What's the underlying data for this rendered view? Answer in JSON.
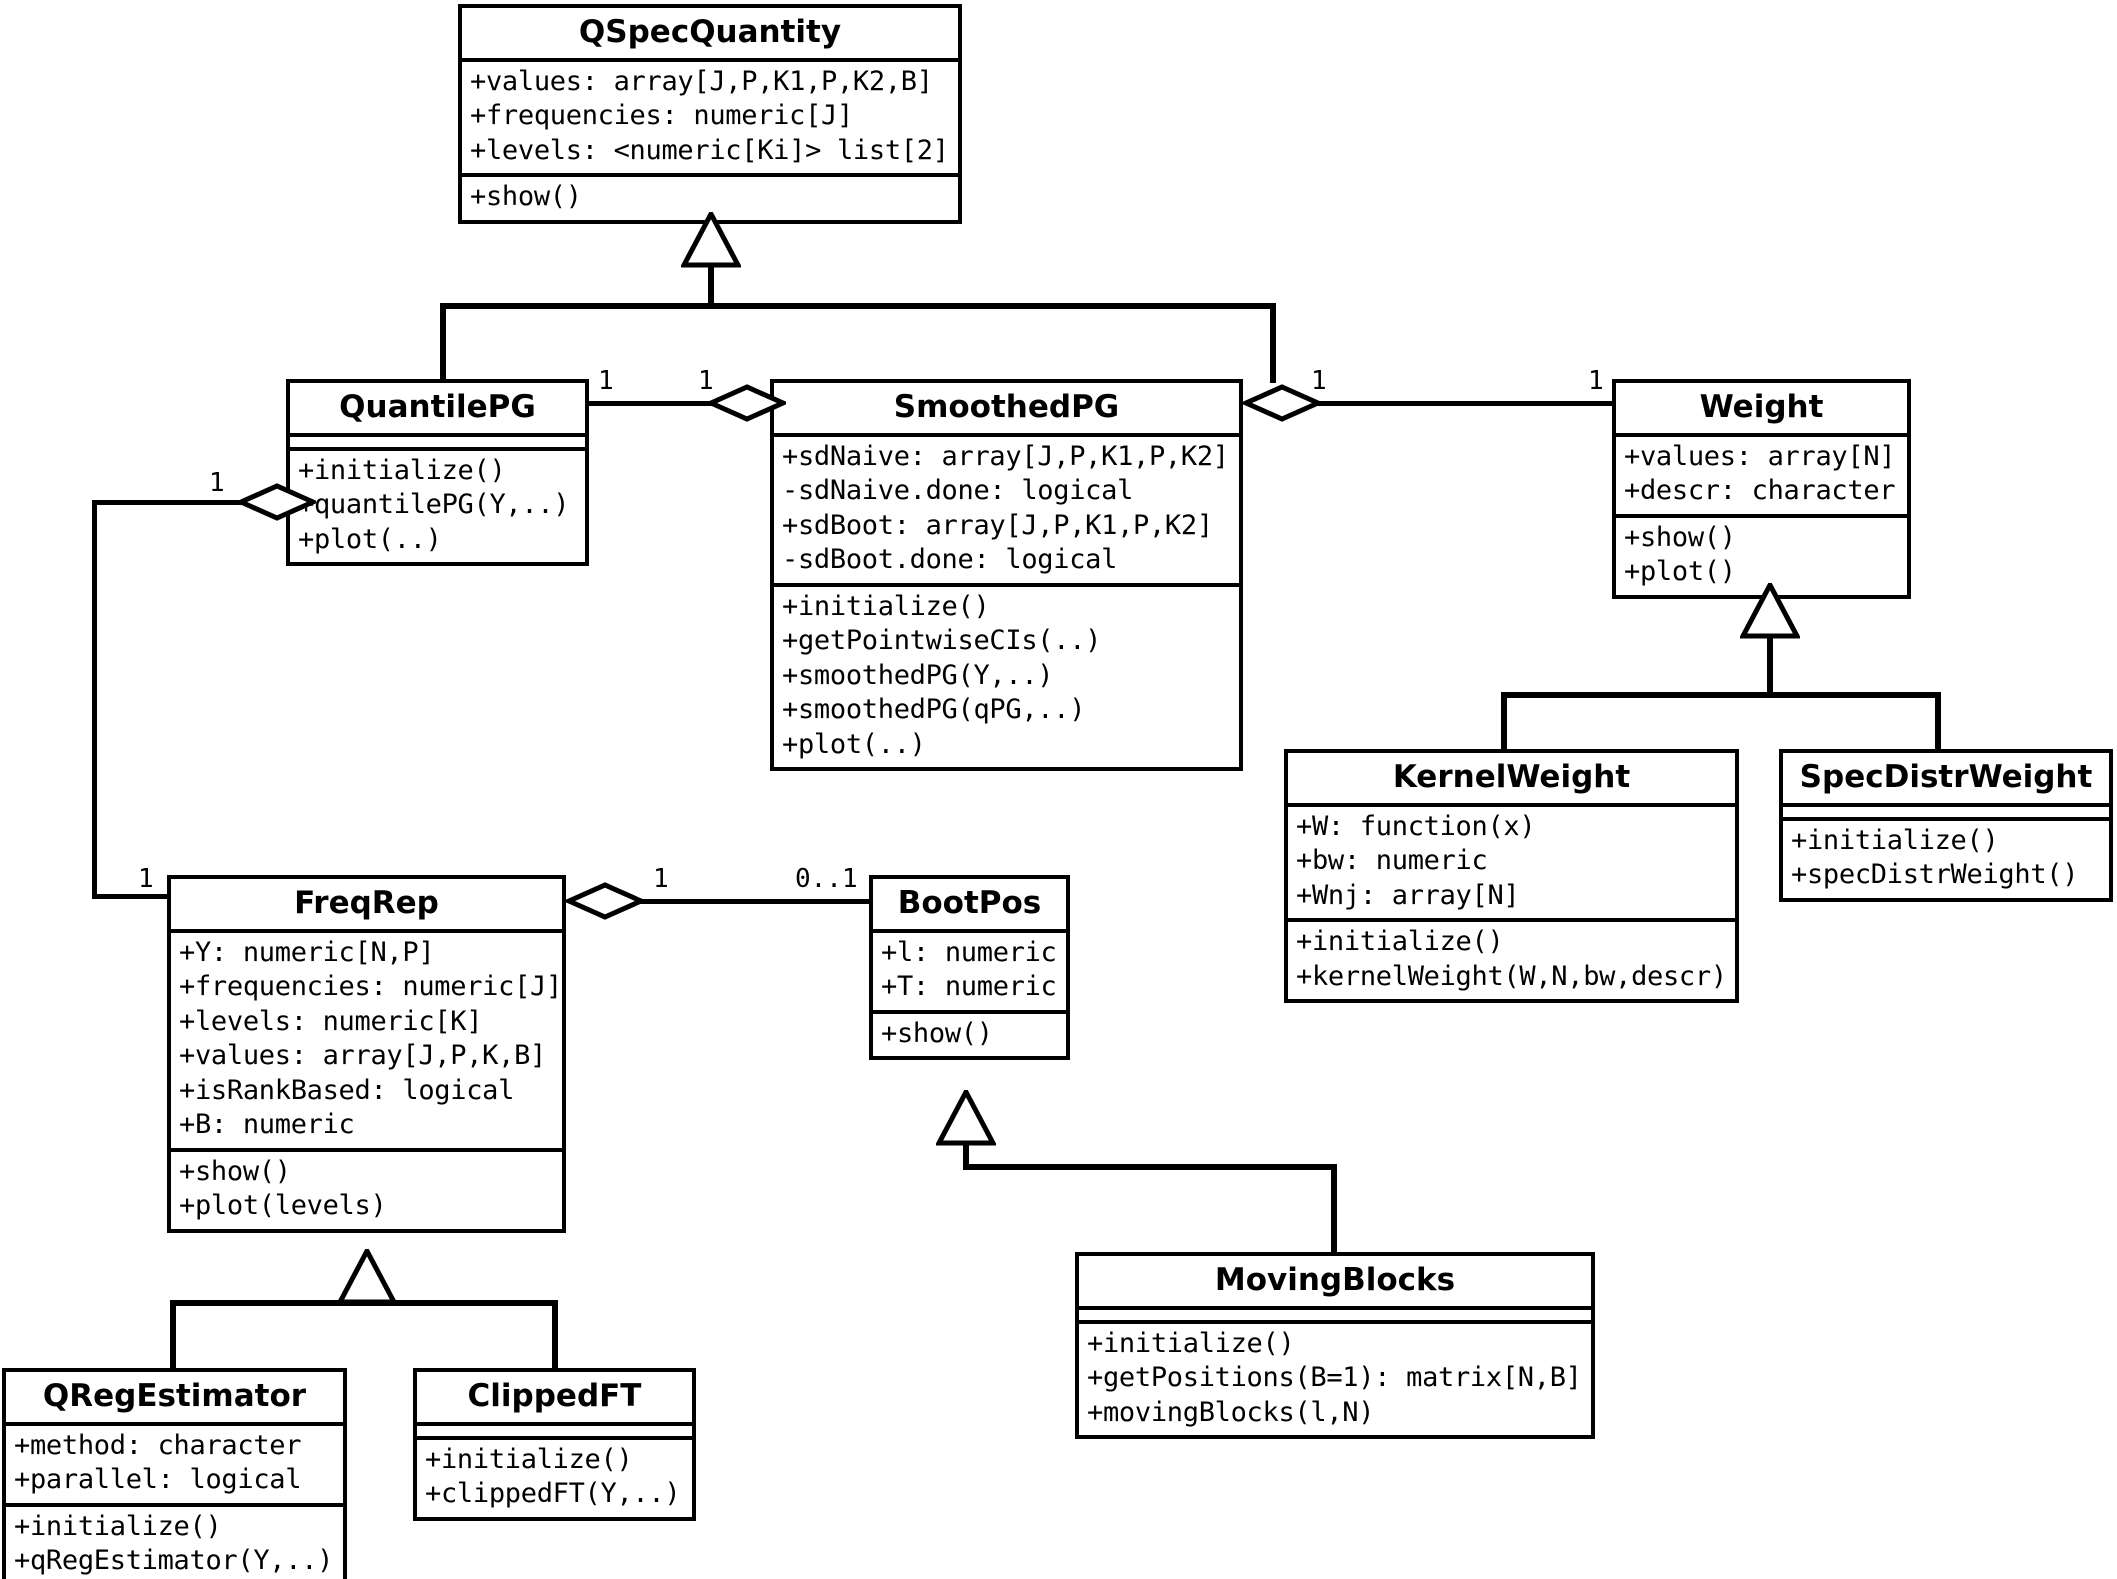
{
  "diagram": {
    "title": "QSpecQuantity class hierarchy",
    "type": "uml-class-diagram",
    "stroke_color": "#000000",
    "fill_color": "#ffffff"
  },
  "classes": {
    "qspecquantity": {
      "name": "QSpecQuantity",
      "attributes": [
        "+values: array[J,P,K1,P,K2,B]",
        "+frequencies: numeric[J]",
        "+levels: <numeric[Ki]> list[2]"
      ],
      "methods": [
        "+show()"
      ]
    },
    "quantilepg": {
      "name": "QuantilePG",
      "attributes": [],
      "methods": [
        "+initialize()",
        "+quantilePG(Y,..)",
        "+plot(..)"
      ]
    },
    "smoothedpg": {
      "name": "SmoothedPG",
      "attributes": [
        "+sdNaive: array[J,P,K1,P,K2]",
        "-sdNaive.done: logical",
        "+sdBoot: array[J,P,K1,P,K2]",
        "-sdBoot.done: logical"
      ],
      "methods": [
        "+initialize()",
        "+getPointwiseCIs(..)",
        "+smoothedPG(Y,..)",
        "+smoothedPG(qPG,..)",
        "+plot(..)"
      ]
    },
    "weight": {
      "name": "Weight",
      "attributes": [
        "+values: array[N]",
        "+descr: character"
      ],
      "methods": [
        "+show()",
        "+plot()"
      ]
    },
    "kernelweight": {
      "name": "KernelWeight",
      "attributes": [
        "+W: function(x)",
        "+bw: numeric",
        "+Wnj: array[N]"
      ],
      "methods": [
        "+initialize()",
        "+kernelWeight(W,N,bw,descr)"
      ]
    },
    "specdistrweight": {
      "name": "SpecDistrWeight",
      "attributes": [],
      "methods": [
        "+initialize()",
        "+specDistrWeight()"
      ]
    },
    "freqrep": {
      "name": "FreqRep",
      "attributes": [
        "+Y: numeric[N,P]",
        "+frequencies: numeric[J]",
        "+levels: numeric[K]",
        "+values: array[J,P,K,B]",
        "+isRankBased: logical",
        "+B: numeric"
      ],
      "methods": [
        "+show()",
        "+plot(levels)"
      ]
    },
    "bootpos": {
      "name": "BootPos",
      "attributes": [
        "+l: numeric",
        "+T: numeric"
      ],
      "methods": [
        "+show()"
      ]
    },
    "movingblocks": {
      "name": "MovingBlocks",
      "attributes": [],
      "methods": [
        "+initialize()",
        "+getPositions(B=1): matrix[N,B]",
        "+movingBlocks(l,N)"
      ]
    },
    "qregestimator": {
      "name": "QRegEstimator",
      "attributes": [
        "+method: character",
        "+parallel: logical"
      ],
      "methods": [
        "+initialize()",
        "+qRegEstimator(Y,..)"
      ]
    },
    "clippedft": {
      "name": "ClippedFT",
      "attributes": [],
      "methods": [
        "+initialize()",
        "+clippedFT(Y,..)"
      ]
    }
  },
  "relations": {
    "generalizations": [
      {
        "from": "QuantilePG",
        "to": "QSpecQuantity"
      },
      {
        "from": "SmoothedPG",
        "to": "QSpecQuantity"
      },
      {
        "from": "KernelWeight",
        "to": "Weight"
      },
      {
        "from": "SpecDistrWeight",
        "to": "Weight"
      },
      {
        "from": "QRegEstimator",
        "to": "FreqRep"
      },
      {
        "from": "ClippedFT",
        "to": "FreqRep"
      },
      {
        "from": "MovingBlocks",
        "to": "BootPos"
      }
    ],
    "aggregations": [
      {
        "whole": "SmoothedPG",
        "part": "QuantilePG",
        "whole_multiplicity": "1",
        "part_multiplicity": "1"
      },
      {
        "whole": "SmoothedPG",
        "part": "Weight",
        "whole_multiplicity": "1",
        "part_multiplicity": "1"
      },
      {
        "whole": "QuantilePG",
        "part": "FreqRep",
        "whole_multiplicity": "1",
        "part_multiplicity": "1"
      },
      {
        "whole": "FreqRep",
        "part": "BootPos",
        "whole_multiplicity": "1",
        "part_multiplicity": "0..1"
      }
    ],
    "multiplicity_labels": {
      "quantilepg_right": "1",
      "smoothedpg_left": "1",
      "smoothedpg_right": "1",
      "weight_left": "1",
      "quantilepg_left": "1",
      "freqrep_left": "1",
      "freqrep_right": "1",
      "bootpos_left": "0..1"
    }
  }
}
